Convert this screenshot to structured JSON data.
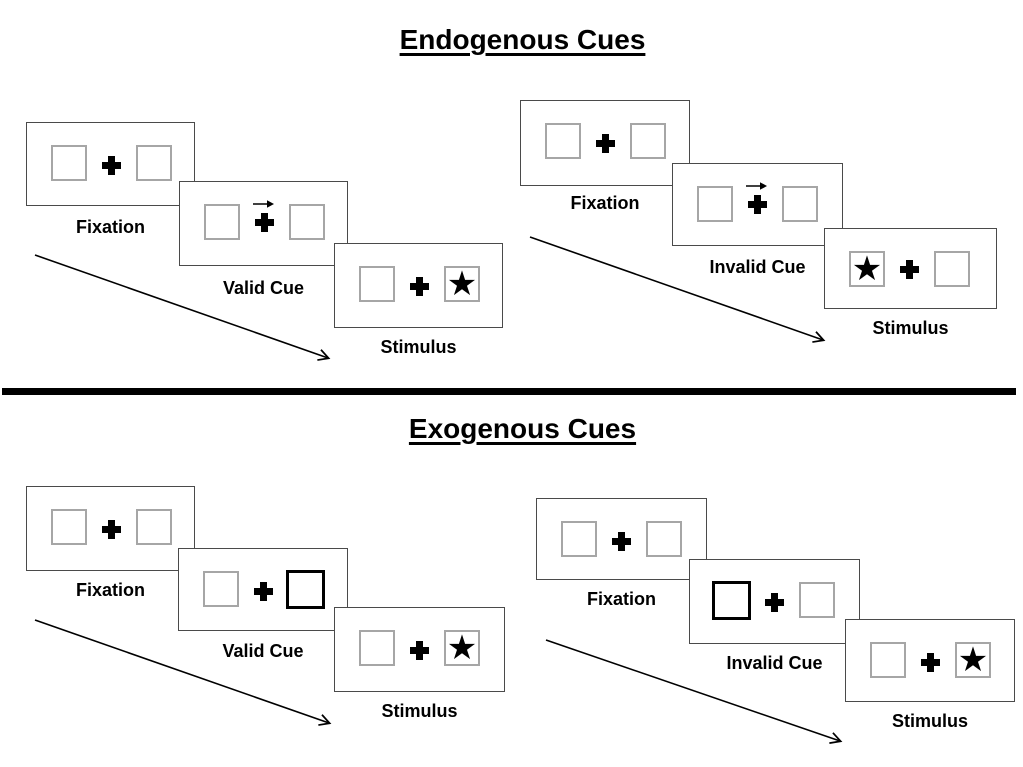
{
  "sections": [
    {
      "title": "Endogenous Cues",
      "groups": [
        {
          "name": "valid-trial",
          "panels": [
            {
              "label": "Fixation",
              "type": "fixation"
            },
            {
              "label": "Valid Cue",
              "type": "central-arrow-cue",
              "cue_direction": "right"
            },
            {
              "label": "Stimulus",
              "type": "stimulus",
              "star_side": "right"
            }
          ]
        },
        {
          "name": "invalid-trial",
          "panels": [
            {
              "label": "Fixation",
              "type": "fixation"
            },
            {
              "label": "Invalid Cue",
              "type": "central-arrow-cue",
              "cue_direction": "right"
            },
            {
              "label": "Stimulus",
              "type": "stimulus",
              "star_side": "left"
            }
          ]
        }
      ]
    },
    {
      "title": "Exogenous Cues",
      "groups": [
        {
          "name": "valid-trial",
          "panels": [
            {
              "label": "Fixation",
              "type": "fixation"
            },
            {
              "label": "Valid Cue",
              "type": "peripheral-box-cue",
              "cue_side": "right"
            },
            {
              "label": "Stimulus",
              "type": "stimulus",
              "star_side": "right"
            }
          ]
        },
        {
          "name": "invalid-trial",
          "panels": [
            {
              "label": "Fixation",
              "type": "fixation"
            },
            {
              "label": "Invalid Cue",
              "type": "peripheral-box-cue",
              "cue_side": "left"
            },
            {
              "label": "Stimulus",
              "type": "stimulus",
              "star_side": "right"
            }
          ]
        }
      ]
    }
  ],
  "icons": {
    "star": "★",
    "fixation_cross": "+",
    "cue_arrow": "→",
    "timeline_arrow": "diagonal-arrow"
  },
  "colors": {
    "background": "#ffffff",
    "panel_border": "#4a4a4a",
    "box_border": "#a6a6a6",
    "highlight_box_border": "#000000",
    "text": "#000000",
    "divider": "#000000"
  }
}
